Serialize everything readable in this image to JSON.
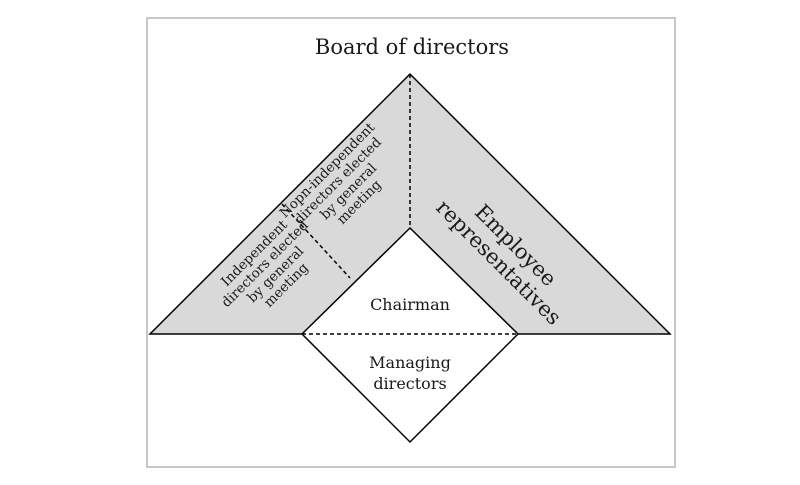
{
  "title": "Board of directors",
  "independent_directors": [
    "Independent",
    "directors elected",
    "by general",
    "meeting"
  ],
  "non_independent_directors": [
    "Nopn-independent",
    "directors elected",
    "by general",
    "meeting"
  ],
  "employee_representatives": [
    "Employee",
    "representatives"
  ],
  "chairman": "Chairman",
  "managing_directors": [
    "Managing",
    "directors"
  ],
  "colors": {
    "shaded": "#d9d9d9",
    "stroke": "#000000",
    "frame": "#c8c8c8",
    "background": "#ffffff"
  }
}
